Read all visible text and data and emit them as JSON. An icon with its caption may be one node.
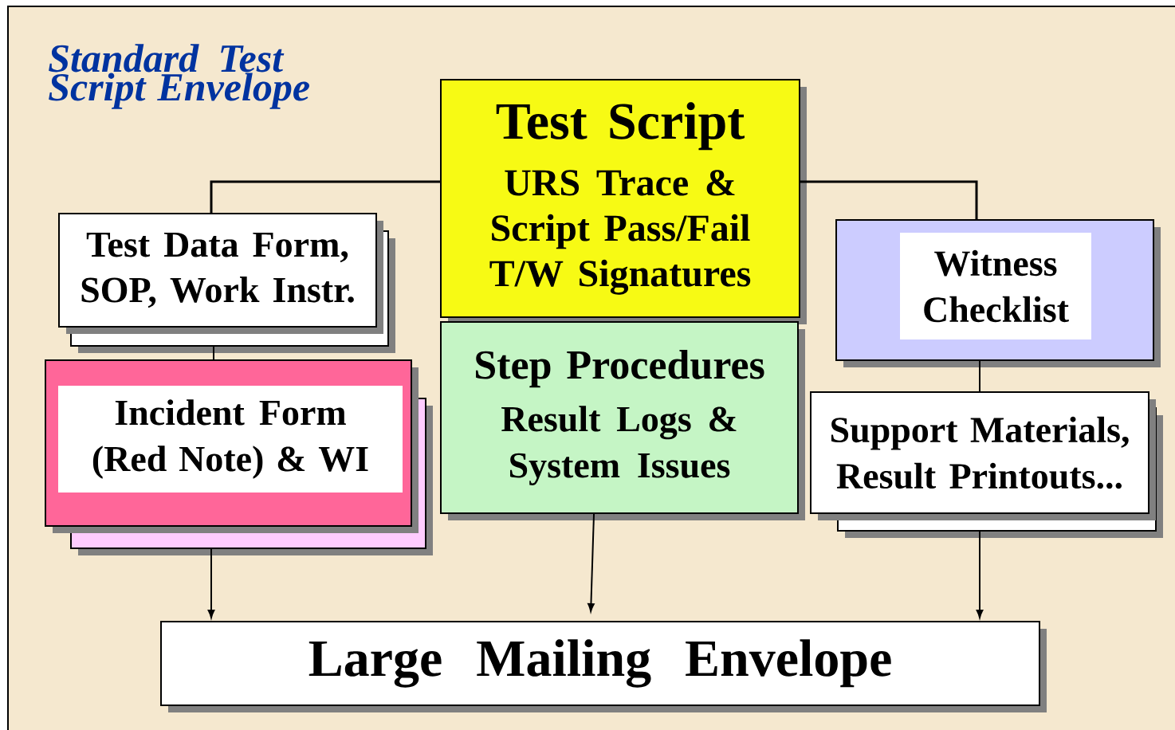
{
  "diagram": {
    "title": "Standard Test Script Envelope",
    "nodes": [
      {
        "text": [
          "Test Script",
          "URS Trace & Script Pass/Fail T/W Signatures"
        ]
      },
      {
        "text": [
          "Test Data Form, SOP, Work Instr."
        ]
      },
      {
        "text": [
          "Incident Form (Red Note) & WI"
        ]
      },
      {
        "text": [
          "Step Procedures",
          "Result Logs & System Issues"
        ]
      },
      {
        "text": [
          "Witness Checklist"
        ]
      },
      {
        "text": [
          "Support Materials, Result Printouts..."
        ]
      },
      {
        "text": [
          "Large Mailing Envelope"
        ]
      }
    ],
    "edges": [
      {
        "from": 0,
        "to": 1,
        "arrow": "none"
      },
      {
        "from": 0,
        "to": 4,
        "arrow": "none"
      },
      {
        "from": 1,
        "to": 2,
        "arrow": "none"
      },
      {
        "from": 4,
        "to": 5,
        "arrow": "none"
      },
      {
        "from": 2,
        "to": 6,
        "arrow": "to"
      },
      {
        "from": 3,
        "to": 6,
        "arrow": "to"
      },
      {
        "from": 5,
        "to": 6,
        "arrow": "to"
      }
    ]
  }
}
